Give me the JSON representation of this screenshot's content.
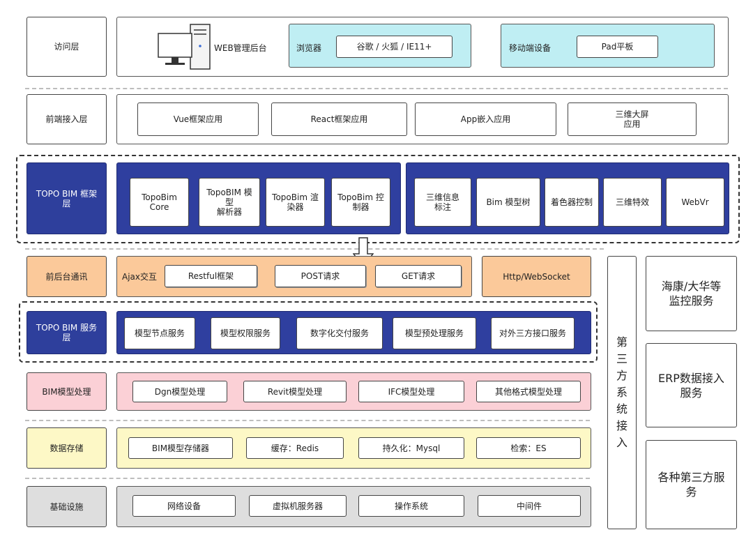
{
  "access_layer": {
    "label": "访问层",
    "web_admin": "WEB管理后台",
    "browser_group_label": "浏览器",
    "browsers": "谷歌 / 火狐 / IE11+",
    "mobile_group_label": "移动端设备",
    "pad": "Pad平板"
  },
  "frontend_layer": {
    "label": "前端接入层",
    "items": [
      "Vue框架应用",
      "React框架应用",
      "App嵌入应用",
      "三维大屏\n应用"
    ]
  },
  "framework_layer": {
    "label": "TOPO BIM 框架\n层",
    "core_items": [
      "TopoBim\nCore",
      "TopoBIM 模\n型\n解析器",
      "TopoBim 渲\n染器",
      "TopoBim 控\n制器"
    ],
    "feature_items": [
      "三维信息\n标注",
      "Bim 模型树",
      "着色器控制",
      "三维特效",
      "WebVr"
    ]
  },
  "comm_layer": {
    "label": "前后台通讯",
    "ajax_label": "Ajax交互",
    "items": [
      "Restful框架",
      "POST请求",
      "GET请求"
    ],
    "http": "Http/WebSocket"
  },
  "service_layer": {
    "label": "TOPO BIM 服务\n层",
    "items": [
      "模型节点服务",
      "模型权限服务",
      "数字化交付服务",
      "模型预处理服务",
      "对外三方接口服务"
    ]
  },
  "model_layer": {
    "label": "BIM模型处理",
    "items": [
      "Dgn模型处理",
      "Revit模型处理",
      "IFC模型处理",
      "其他格式模型处理"
    ]
  },
  "storage_layer": {
    "label": "数据存储",
    "items": [
      "BIM模型存储器",
      "缓存：Redis",
      "持久化：Mysql",
      "检索：ES"
    ]
  },
  "infra_layer": {
    "label": "基础设施",
    "items": [
      "网络设备",
      "虚拟机服务器",
      "操作系统",
      "中间件"
    ]
  },
  "third_party": {
    "label": "第\n三\n方\n系\n统\n接\n入",
    "services": [
      "海康/大华等\n监控服务",
      "ERP数据接入\n服务",
      "各种第三方服\n务"
    ]
  },
  "colors": {
    "navy": "#2e3f9c",
    "cyan": "#bfeef3",
    "orange": "#fbc99a",
    "pink": "#fbd0d6",
    "yellow": "#fdf8c6",
    "gray": "#dedede"
  }
}
